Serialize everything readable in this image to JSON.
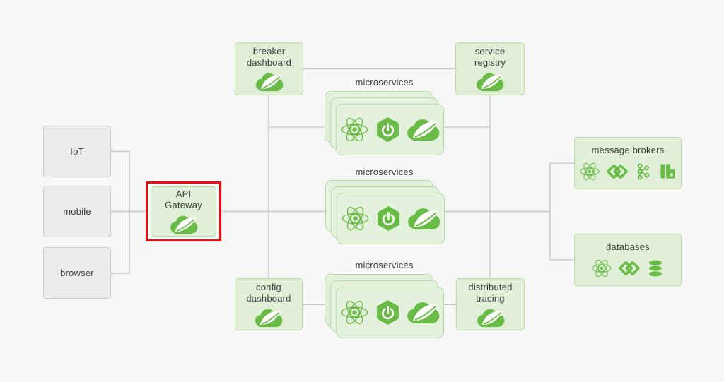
{
  "colors": {
    "background": "#f7f7f7",
    "spring_green": "#68bc45",
    "green_box_fill": "#e1efd8",
    "green_box_border": "#b5dba2",
    "gray_box_fill": "#ececec",
    "gray_box_border": "#cbcbcb",
    "connector_line": "#c3c3c3",
    "highlight_red": "#ec0d0d",
    "text": "#3b3b3b"
  },
  "nodes": {
    "iot": {
      "label": "IoT"
    },
    "mobile": {
      "label": "mobile"
    },
    "browser": {
      "label": "browser"
    },
    "api_gateway": {
      "label": "API Gateway",
      "icons": [
        "spring-icon"
      ],
      "highlighted": true
    },
    "breaker_dashboard": {
      "label": "breaker dashboard",
      "icons": [
        "spring-icon"
      ]
    },
    "service_registry": {
      "label": "service registry",
      "icons": [
        "spring-icon"
      ]
    },
    "config_dashboard": {
      "label": "config dashboard",
      "icons": [
        "spring-icon"
      ]
    },
    "distributed_tracing": {
      "label": "distributed tracing",
      "icons": [
        "spring-icon"
      ]
    },
    "message_brokers": {
      "label": "message brokers",
      "icons": [
        "atom-icon",
        "integration-icon",
        "kafka-icon",
        "rabbitmq-icon"
      ]
    },
    "databases": {
      "label": "databases",
      "icons": [
        "atom-icon",
        "integration-icon",
        "database-icon"
      ]
    },
    "microservices_top": {
      "label": "microservices",
      "icons": [
        "atom-icon",
        "spring-boot-icon",
        "spring-icon"
      ]
    },
    "microservices_middle": {
      "label": "microservices",
      "icons": [
        "atom-icon",
        "spring-boot-icon",
        "spring-icon"
      ]
    },
    "microservices_bottom": {
      "label": "microservices",
      "icons": [
        "atom-icon",
        "spring-boot-icon",
        "spring-icon"
      ]
    }
  }
}
